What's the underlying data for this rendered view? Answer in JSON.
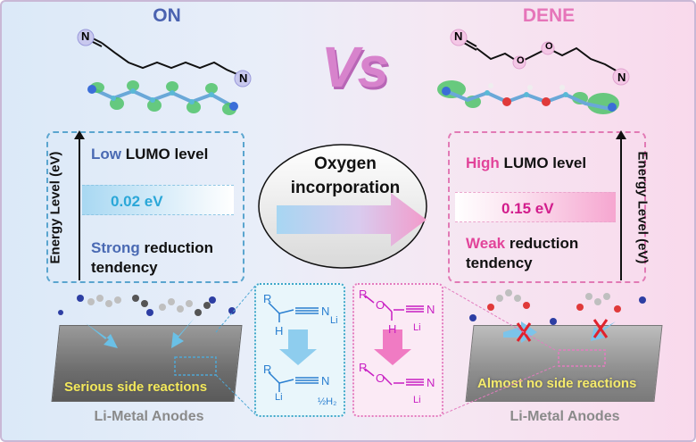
{
  "left": {
    "title": "ON",
    "low_kw": "Low",
    "lumo_text": "LUMO level",
    "energy_value": "0.02 eV",
    "strong_kw": "Strong",
    "reduction_text": "reduction",
    "tendency": "tendency",
    "axis_label": "Energy Level (eV)",
    "side_reactions": "Serious side reactions",
    "anode": "Li-Metal Anodes"
  },
  "right": {
    "title": "DENE",
    "high_kw": "High",
    "lumo_text": "LUMO level",
    "energy_value": "0.15 eV",
    "weak_kw": "Weak",
    "reduction_text": "reduction",
    "tendency": "tendency",
    "axis_label": "Energy Level (eV)",
    "side_reactions": "Almost no side reactions",
    "anode": "Li-Metal Anodes"
  },
  "center": {
    "vs": "Vs",
    "oxygen_line1": "Oxygen",
    "oxygen_line2": "incorporation"
  },
  "mechanism_left": {
    "r": "R",
    "h": "H",
    "n": "N",
    "li_top": "Li",
    "r2": "R",
    "li_bottom": "Li",
    "n2": "N",
    "h2": "½H₂"
  },
  "mechanism_right": {
    "r": "R",
    "o": "O",
    "h": "H",
    "n": "N",
    "li_top": "Li",
    "r2": "R",
    "o2": "O",
    "n2": "N",
    "li_bottom": "Li"
  },
  "molecule_labels": {
    "on_n_left": "N",
    "on_n_right": "N",
    "dene_n_left": "N",
    "dene_o1": "O",
    "dene_o2": "O",
    "dene_n_right": "N"
  },
  "colors": {
    "on_blue": "#4a62b0",
    "dene_pink": "#e675b9",
    "ev_blue": "#2aa7d8",
    "ev_pink": "#d21c8c",
    "vs_purple": "#d783cc"
  }
}
